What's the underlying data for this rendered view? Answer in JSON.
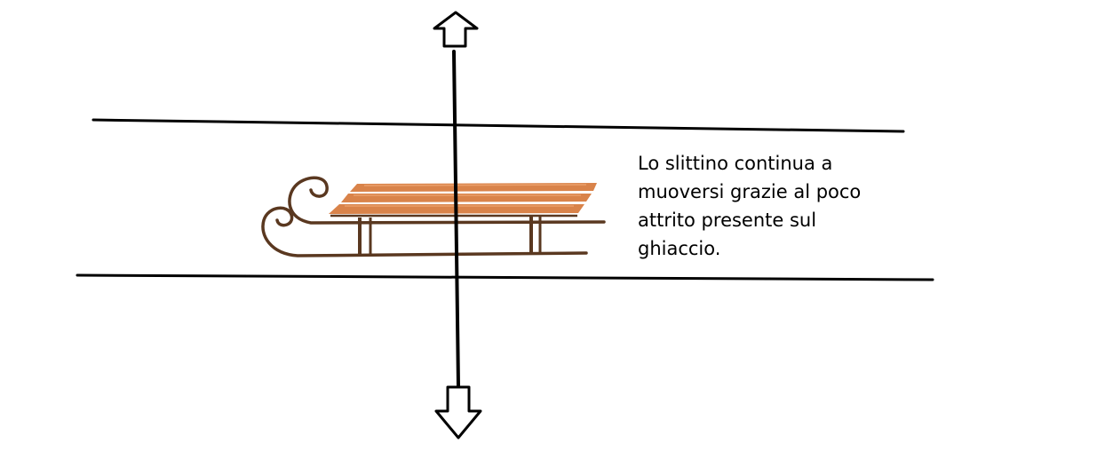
{
  "caption": {
    "lines": [
      "Lo slittino continua a",
      "muoversi grazie al poco",
      "attrito presente sul",
      "ghiaccio."
    ]
  },
  "colors": {
    "line": "#000000",
    "sled_runner": "#5a3820",
    "sled_slat": "#d9834a",
    "sled_slat_highlight": "#eba06b"
  },
  "icons": {
    "up_arrow": "up-arrow-icon",
    "down_arrow": "down-arrow-icon",
    "sled": "sled-icon"
  }
}
